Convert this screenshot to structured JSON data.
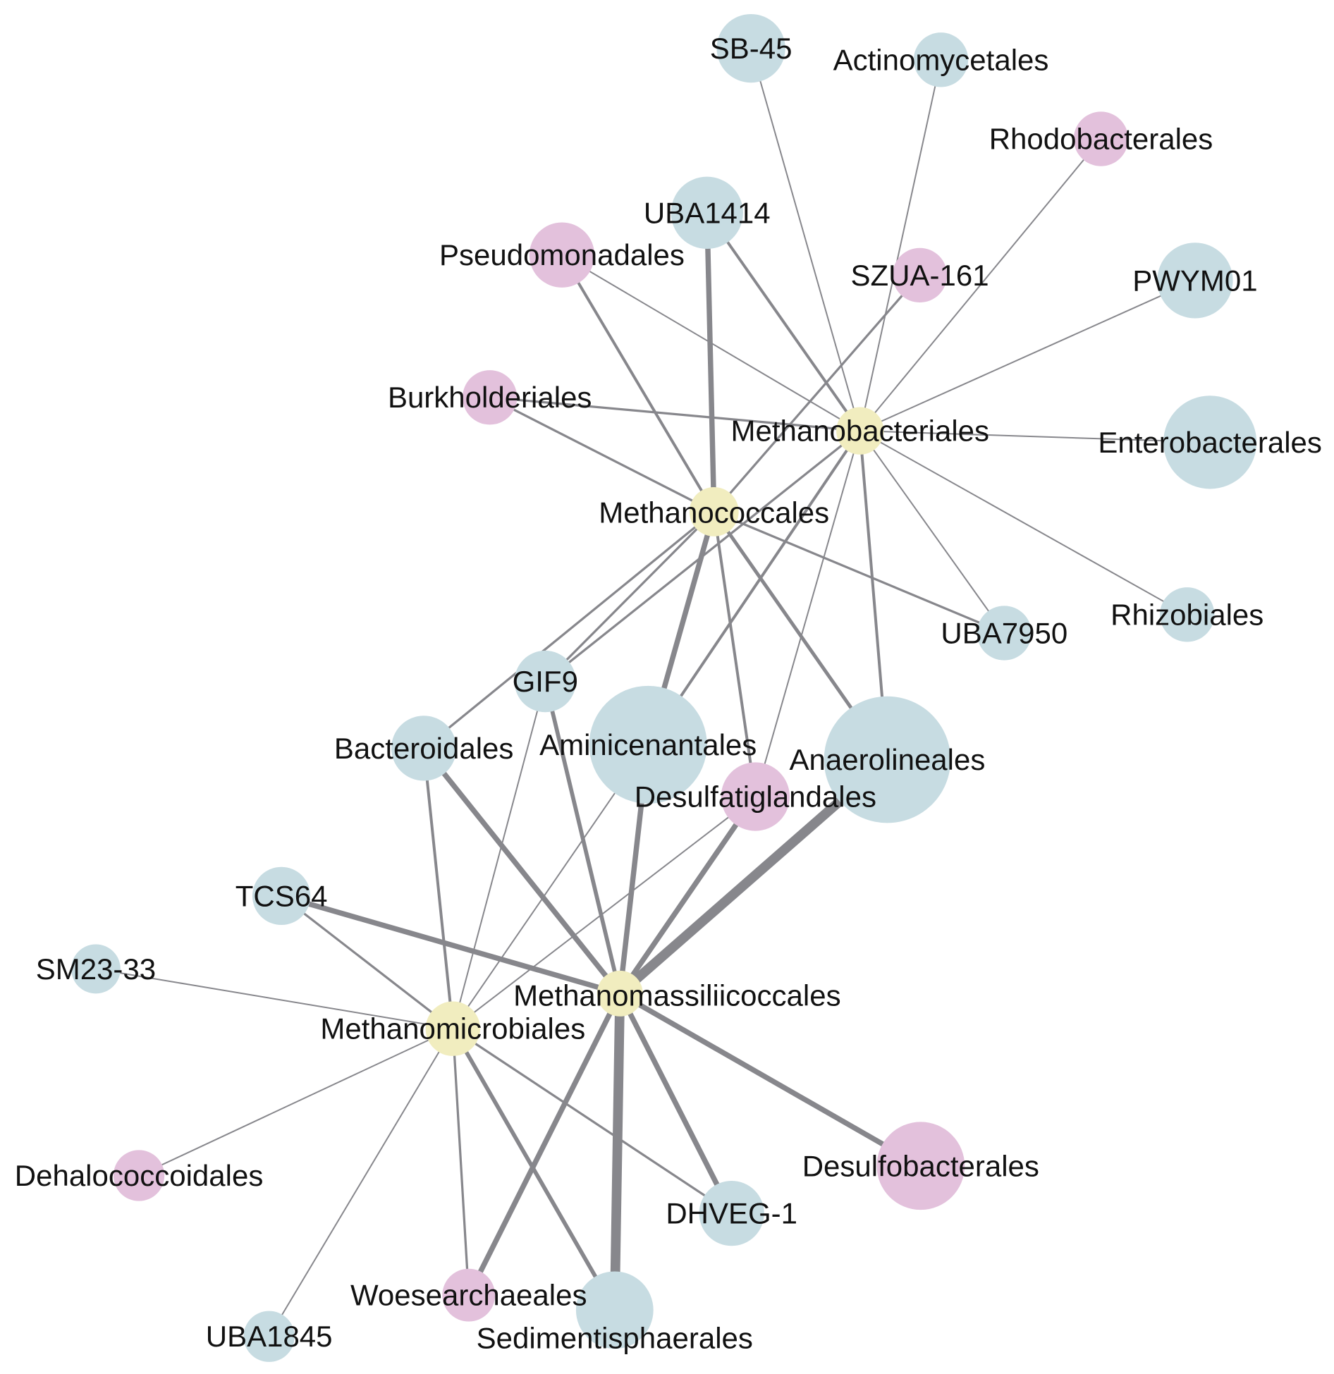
{
  "palette": {
    "methanogen_fill": "#f1edbf",
    "bacteria_fill": "#c7dce2",
    "proteobacteria_fill": "#e3c1dc",
    "edge_stroke": "#87878c",
    "label_text": "#111111",
    "background": "#ffffff"
  },
  "node_kinds": {
    "methanogen": "methanogen_fill",
    "bacteria": "bacteria_fill",
    "proteobacteria": "proteobacteria_fill"
  },
  "nodes": [
    {
      "id": "methanobacteriales",
      "label": "Methanobacteriales",
      "kind": "methanogen"
    },
    {
      "id": "methanococcales",
      "label": "Methanococcales",
      "kind": "methanogen"
    },
    {
      "id": "methanomassiliicoccales",
      "label": "Methanomassiliicoccales",
      "kind": "methanogen"
    },
    {
      "id": "methanomicrobiales",
      "label": "Methanomicrobiales",
      "kind": "methanogen"
    },
    {
      "id": "sb45",
      "label": "SB-45",
      "kind": "bacteria"
    },
    {
      "id": "actinomycetales",
      "label": "Actinomycetales",
      "kind": "bacteria"
    },
    {
      "id": "rhodobacterales",
      "label": "Rhodobacterales",
      "kind": "proteobacteria"
    },
    {
      "id": "uba1414",
      "label": "UBA1414",
      "kind": "bacteria"
    },
    {
      "id": "pseudomonadales",
      "label": "Pseudomonadales",
      "kind": "proteobacteria"
    },
    {
      "id": "szua161",
      "label": "SZUA-161",
      "kind": "proteobacteria"
    },
    {
      "id": "pwym01",
      "label": "PWYM01",
      "kind": "bacteria"
    },
    {
      "id": "burkholderiales",
      "label": "Burkholderiales",
      "kind": "proteobacteria"
    },
    {
      "id": "enterobacterales",
      "label": "Enterobacterales",
      "kind": "bacteria"
    },
    {
      "id": "uba7950",
      "label": "UBA7950",
      "kind": "bacteria"
    },
    {
      "id": "rhizobiales",
      "label": "Rhizobiales",
      "kind": "bacteria"
    },
    {
      "id": "gif9",
      "label": "GIF9",
      "kind": "bacteria"
    },
    {
      "id": "aminicenantales",
      "label": "Aminicenantales",
      "kind": "bacteria"
    },
    {
      "id": "anaerolineales",
      "label": "Anaerolineales",
      "kind": "bacteria"
    },
    {
      "id": "bacteroidales",
      "label": "Bacteroidales",
      "kind": "bacteria"
    },
    {
      "id": "desulfatiglandales",
      "label": "Desulfatiglandales",
      "kind": "proteobacteria"
    },
    {
      "id": "tcs64",
      "label": "TCS64",
      "kind": "bacteria"
    },
    {
      "id": "sm2333",
      "label": "SM23-33",
      "kind": "bacteria"
    },
    {
      "id": "dehalococcoidales",
      "label": "Dehalococcoidales",
      "kind": "proteobacteria"
    },
    {
      "id": "desulfobacterales",
      "label": "Desulfobacterales",
      "kind": "proteobacteria"
    },
    {
      "id": "dhveg1",
      "label": "DHVEG-1",
      "kind": "bacteria"
    },
    {
      "id": "woesearchaeales",
      "label": "Woesearchaeales",
      "kind": "proteobacteria"
    },
    {
      "id": "sedimentisphaerales",
      "label": "Sedimentisphaerales",
      "kind": "bacteria"
    },
    {
      "id": "uba1845",
      "label": "UBA1845",
      "kind": "bacteria"
    }
  ],
  "edges": [
    {
      "source": "methanobacteriales",
      "target": "sb45",
      "weight": 1
    },
    {
      "source": "methanobacteriales",
      "target": "actinomycetales",
      "weight": 1
    },
    {
      "source": "methanobacteriales",
      "target": "rhodobacterales",
      "weight": 1
    },
    {
      "source": "methanobacteriales",
      "target": "uba1414",
      "weight": 2
    },
    {
      "source": "methanobacteriales",
      "target": "pseudomonadales",
      "weight": 1
    },
    {
      "source": "methanobacteriales",
      "target": "pwym01",
      "weight": 1
    },
    {
      "source": "methanobacteriales",
      "target": "burkholderiales",
      "weight": 1.5
    },
    {
      "source": "methanobacteriales",
      "target": "enterobacterales",
      "weight": 1
    },
    {
      "source": "methanobacteriales",
      "target": "uba7950",
      "weight": 1
    },
    {
      "source": "methanobacteriales",
      "target": "rhizobiales",
      "weight": 1
    },
    {
      "source": "methanobacteriales",
      "target": "aminicenantales",
      "weight": 2
    },
    {
      "source": "methanobacteriales",
      "target": "anaerolineales",
      "weight": 2
    },
    {
      "source": "methanobacteriales",
      "target": "desulfatiglandales",
      "weight": 1
    },
    {
      "source": "methanobacteriales",
      "target": "gif9",
      "weight": 1.5
    },
    {
      "source": "methanococcales",
      "target": "uba1414",
      "weight": 4
    },
    {
      "source": "methanococcales",
      "target": "pseudomonadales",
      "weight": 2
    },
    {
      "source": "methanococcales",
      "target": "szua161",
      "weight": 1.5
    },
    {
      "source": "methanococcales",
      "target": "burkholderiales",
      "weight": 1.5
    },
    {
      "source": "methanococcales",
      "target": "uba7950",
      "weight": 1.5
    },
    {
      "source": "methanococcales",
      "target": "gif9",
      "weight": 1.5
    },
    {
      "source": "methanococcales",
      "target": "bacteroidales",
      "weight": 1.5
    },
    {
      "source": "methanococcales",
      "target": "aminicenantales",
      "weight": 4
    },
    {
      "source": "methanococcales",
      "target": "desulfatiglandales",
      "weight": 2
    },
    {
      "source": "methanococcales",
      "target": "anaerolineales",
      "weight": 2.5
    },
    {
      "source": "methanomassiliicoccales",
      "target": "anaerolineales",
      "weight": 8
    },
    {
      "source": "methanomassiliicoccales",
      "target": "desulfatiglandales",
      "weight": 4
    },
    {
      "source": "methanomassiliicoccales",
      "target": "aminicenantales",
      "weight": 4
    },
    {
      "source": "methanomassiliicoccales",
      "target": "gif9",
      "weight": 3
    },
    {
      "source": "methanomassiliicoccales",
      "target": "bacteroidales",
      "weight": 4
    },
    {
      "source": "methanomassiliicoccales",
      "target": "tcs64",
      "weight": 4
    },
    {
      "source": "methanomassiliicoccales",
      "target": "desulfobacterales",
      "weight": 4
    },
    {
      "source": "methanomassiliicoccales",
      "target": "dhveg1",
      "weight": 4
    },
    {
      "source": "methanomassiliicoccales",
      "target": "sedimentisphaerales",
      "weight": 8
    },
    {
      "source": "methanomassiliicoccales",
      "target": "woesearchaeales",
      "weight": 4
    },
    {
      "source": "methanomicrobiales",
      "target": "bacteroidales",
      "weight": 2
    },
    {
      "source": "methanomicrobiales",
      "target": "gif9",
      "weight": 1
    },
    {
      "source": "methanomicrobiales",
      "target": "aminicenantales",
      "weight": 1
    },
    {
      "source": "methanomicrobiales",
      "target": "desulfatiglandales",
      "weight": 1
    },
    {
      "source": "methanomicrobiales",
      "target": "tcs64",
      "weight": 1.5
    },
    {
      "source": "methanomicrobiales",
      "target": "sm2333",
      "weight": 1
    },
    {
      "source": "methanomicrobiales",
      "target": "dehalococcoidales",
      "weight": 1
    },
    {
      "source": "methanomicrobiales",
      "target": "uba1845",
      "weight": 1
    },
    {
      "source": "methanomicrobiales",
      "target": "woesearchaeales",
      "weight": 1.5
    },
    {
      "source": "methanomicrobiales",
      "target": "sedimentisphaerales",
      "weight": 3
    },
    {
      "source": "methanomicrobiales",
      "target": "dhveg1",
      "weight": 1.5
    }
  ]
}
